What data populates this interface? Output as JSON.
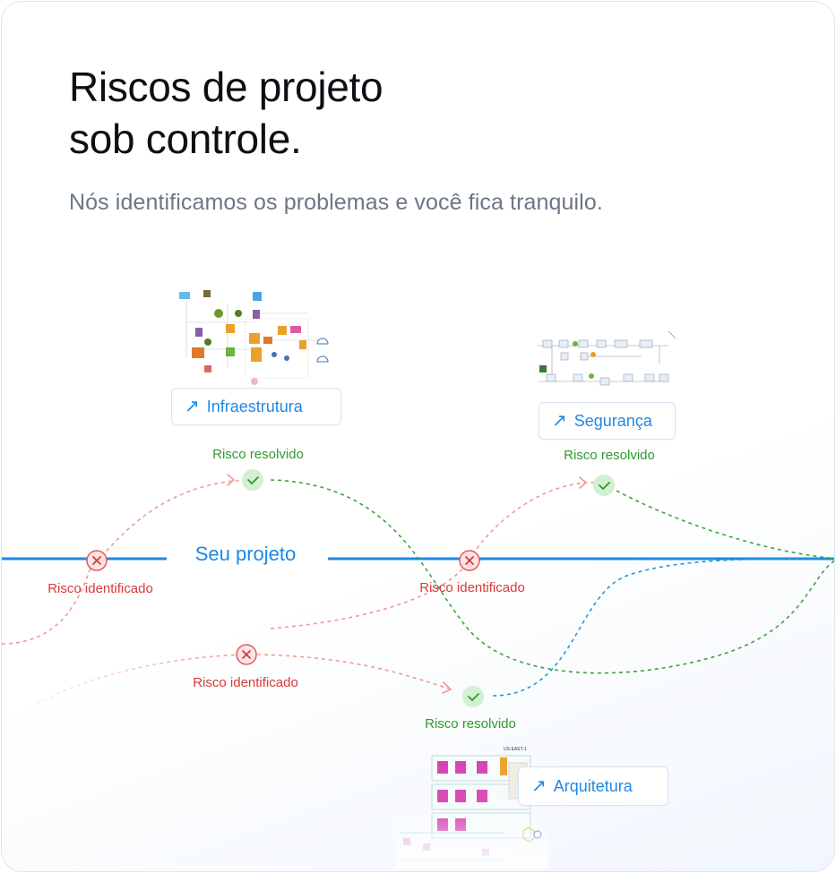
{
  "header": {
    "title_line1": "Riscos de projeto",
    "title_line2": "sob controle.",
    "subtitle": "Nós identificamos os problemas e você fica tranquilo."
  },
  "timeline": {
    "label": "Seu projeto"
  },
  "links": {
    "infra": "Infraestrutura",
    "seguranca": "Segurança",
    "arquitetura": "Arquitetura"
  },
  "markers": {
    "resolved_1": "Risco resolvido",
    "resolved_2": "Risco resolvido",
    "resolved_3": "Risco resolvido",
    "identified_1": "Risco identificado",
    "identified_2": "Risco identificado",
    "identified_3": "Risco identificado"
  },
  "icons": {
    "link": "arrow-up-right-icon",
    "resolved": "check-icon",
    "identified": "x-icon"
  },
  "colors": {
    "timeline": "#1e88e5",
    "resolved": "#2f9a2f",
    "identified": "#e05a5a",
    "flow_green": "#3aa63a",
    "flow_blue": "#1e9bd0",
    "flow_red": "#f09a92"
  }
}
